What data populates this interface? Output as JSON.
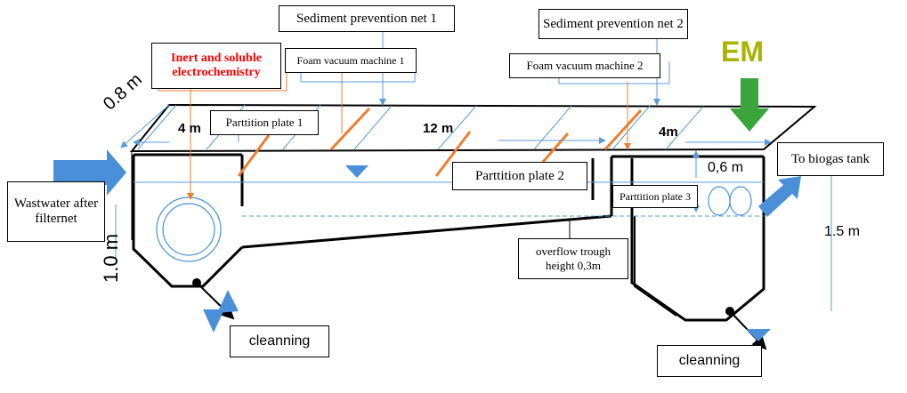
{
  "labels": {
    "sediment_net_1": "Sediment prevention net 1",
    "sediment_net_2": "Sediment prevention net 2",
    "foam_machine_1": "Foam vacuum machine 1",
    "foam_machine_2": "Foam vacuum machine 2",
    "inert_title": "Inert and soluble electrochemistry",
    "em": "EM",
    "partition_1": "Parttition plate 1",
    "partition_2": "Parttition plate 2",
    "partition_3": "Parttition plate 3",
    "to_biogas": "To biogas tank",
    "wastewater": "Wastwater after filternet",
    "overflow": "overflow trough height 0,3m",
    "cleaning_1": "cleanning",
    "cleaning_2": "cleanning"
  },
  "dimensions": {
    "width_top": "0.8 m",
    "length_1": "4 m",
    "length_2": "12 m",
    "length_3": "4m",
    "depth_1": "1.0 m",
    "water_height": "0,6 m",
    "depth_2": "1.5 m"
  },
  "colors": {
    "partition_orange": "#ed7d31",
    "inert_red": "#ff0000",
    "em_olive": "#a8b400",
    "arrow_blue": "#4a90d9",
    "em_arrow_green": "#3aa53a",
    "dim_blue": "#5b9bd5",
    "valve_blue": "#4a90d9"
  }
}
